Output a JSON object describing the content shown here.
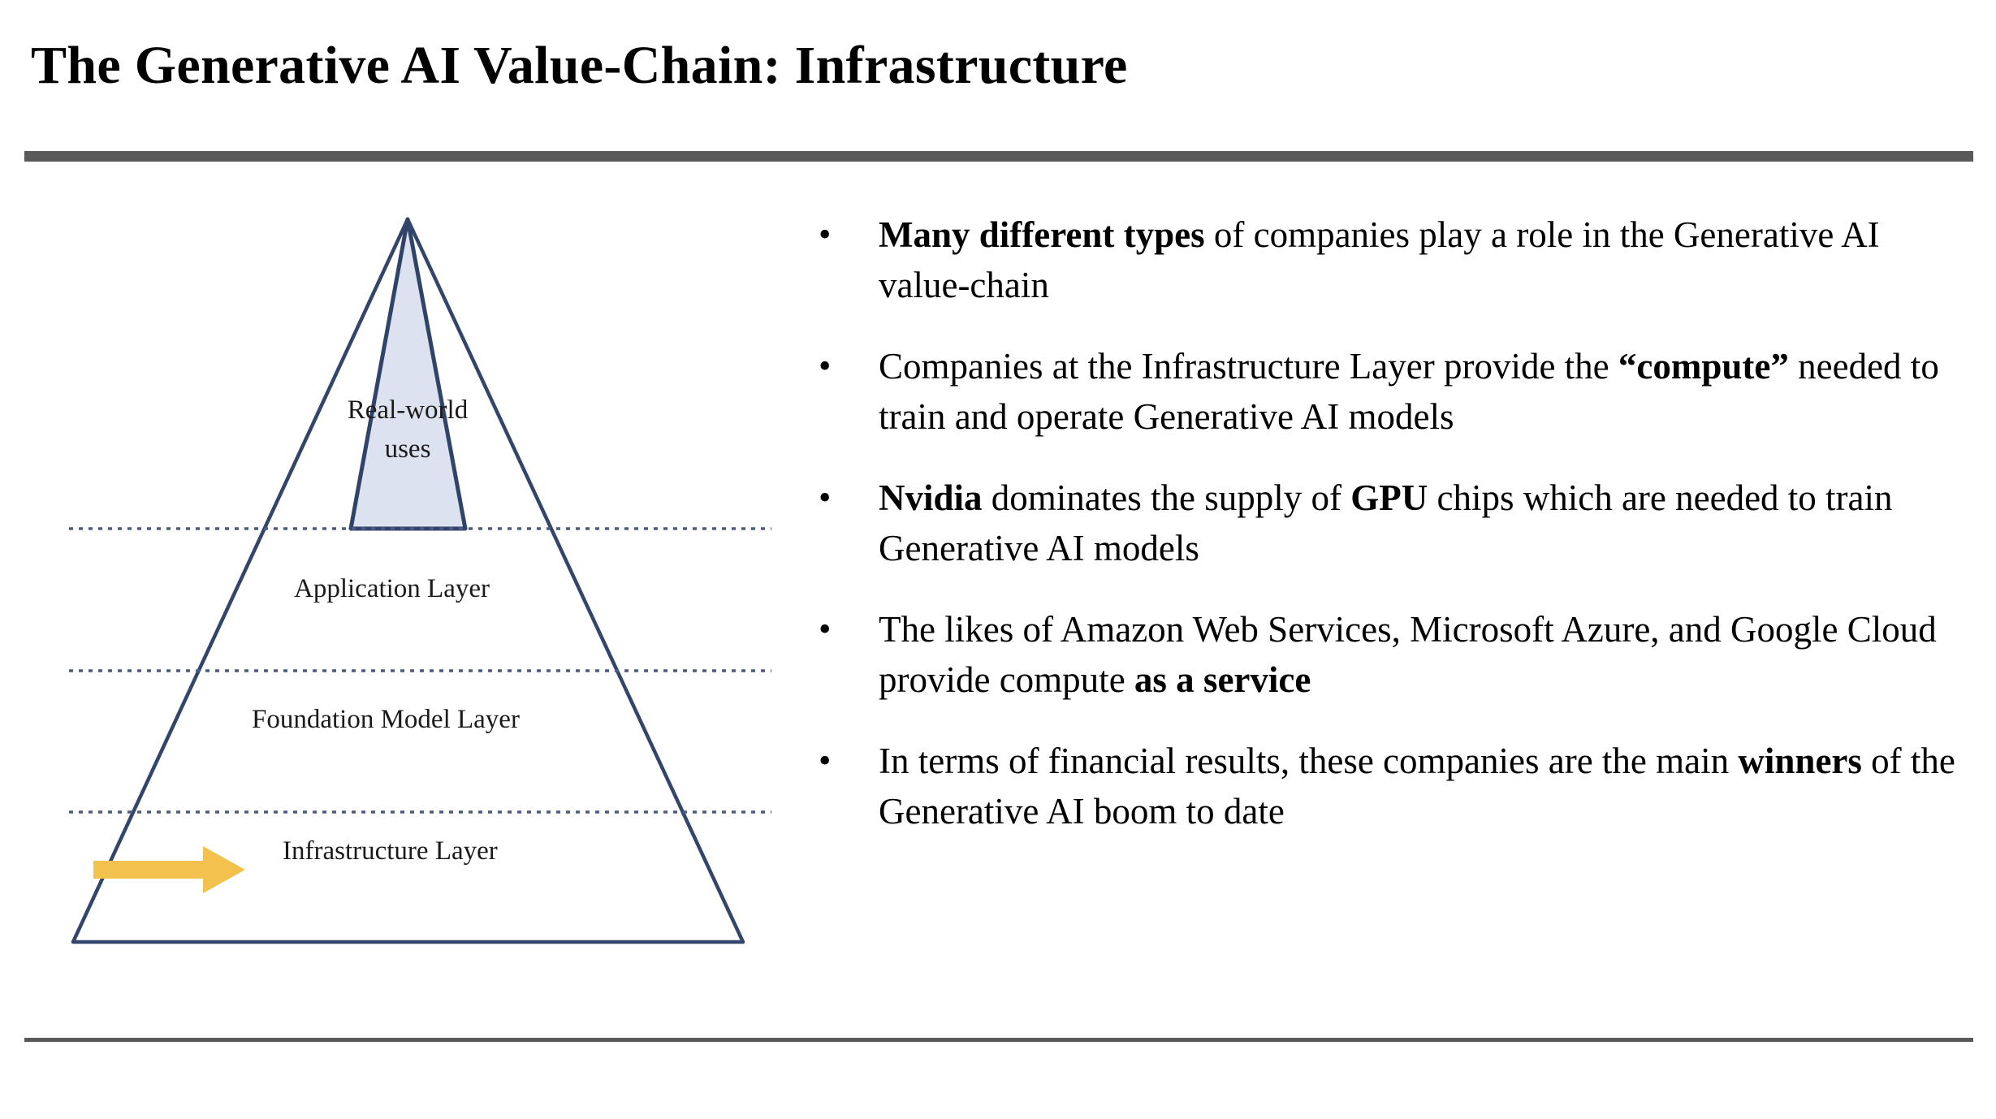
{
  "slide": {
    "title": "The Generative AI Value-Chain: Infrastructure",
    "bullet_marker": "•",
    "colors": {
      "header_rule": "#595959",
      "footer_rule": "#595959",
      "pyramid_outline": "#33456b",
      "pyramid_top_fill": "#dce2ef",
      "divider_dotted": "#4a5b86",
      "arrow": "#f2c14e",
      "text": "#000000"
    }
  },
  "diagram": {
    "name": "generative-ai-value-chain-pyramid",
    "layers": [
      {
        "label_line1": "Real-world",
        "label_line2": "uses",
        "highlighted": true
      },
      {
        "label": "Application Layer",
        "highlighted": false
      },
      {
        "label": "Foundation Model Layer",
        "highlighted": false
      },
      {
        "label": "Infrastructure Layer",
        "highlighted": false
      }
    ],
    "arrow": {
      "points_to": "Infrastructure Layer",
      "direction": "right"
    }
  },
  "bullets": [
    {
      "segments": [
        {
          "text": "Many different types",
          "bold": true
        },
        {
          "text": " of companies play a role in the Generative AI value-chain",
          "bold": false
        }
      ]
    },
    {
      "segments": [
        {
          "text": "Companies at the Infrastructure Layer provide the ",
          "bold": false
        },
        {
          "text": "“compute”",
          "bold": true
        },
        {
          "text": " needed to train and operate Generative AI models",
          "bold": false
        }
      ]
    },
    {
      "segments": [
        {
          "text": "Nvidia",
          "bold": true
        },
        {
          "text": " dominates the supply of ",
          "bold": false
        },
        {
          "text": "GPU",
          "bold": true
        },
        {
          "text": " chips which are needed to train Generative AI models",
          "bold": false
        }
      ]
    },
    {
      "segments": [
        {
          "text": "The likes of Amazon Web Services, Microsoft Azure, and Google Cloud provide compute ",
          "bold": false
        },
        {
          "text": "as a service",
          "bold": true
        }
      ]
    },
    {
      "segments": [
        {
          "text": "In terms of financial results, these companies are the main ",
          "bold": false
        },
        {
          "text": "winners",
          "bold": true
        },
        {
          "text": " of the Generative AI boom to date",
          "bold": false
        }
      ]
    }
  ]
}
